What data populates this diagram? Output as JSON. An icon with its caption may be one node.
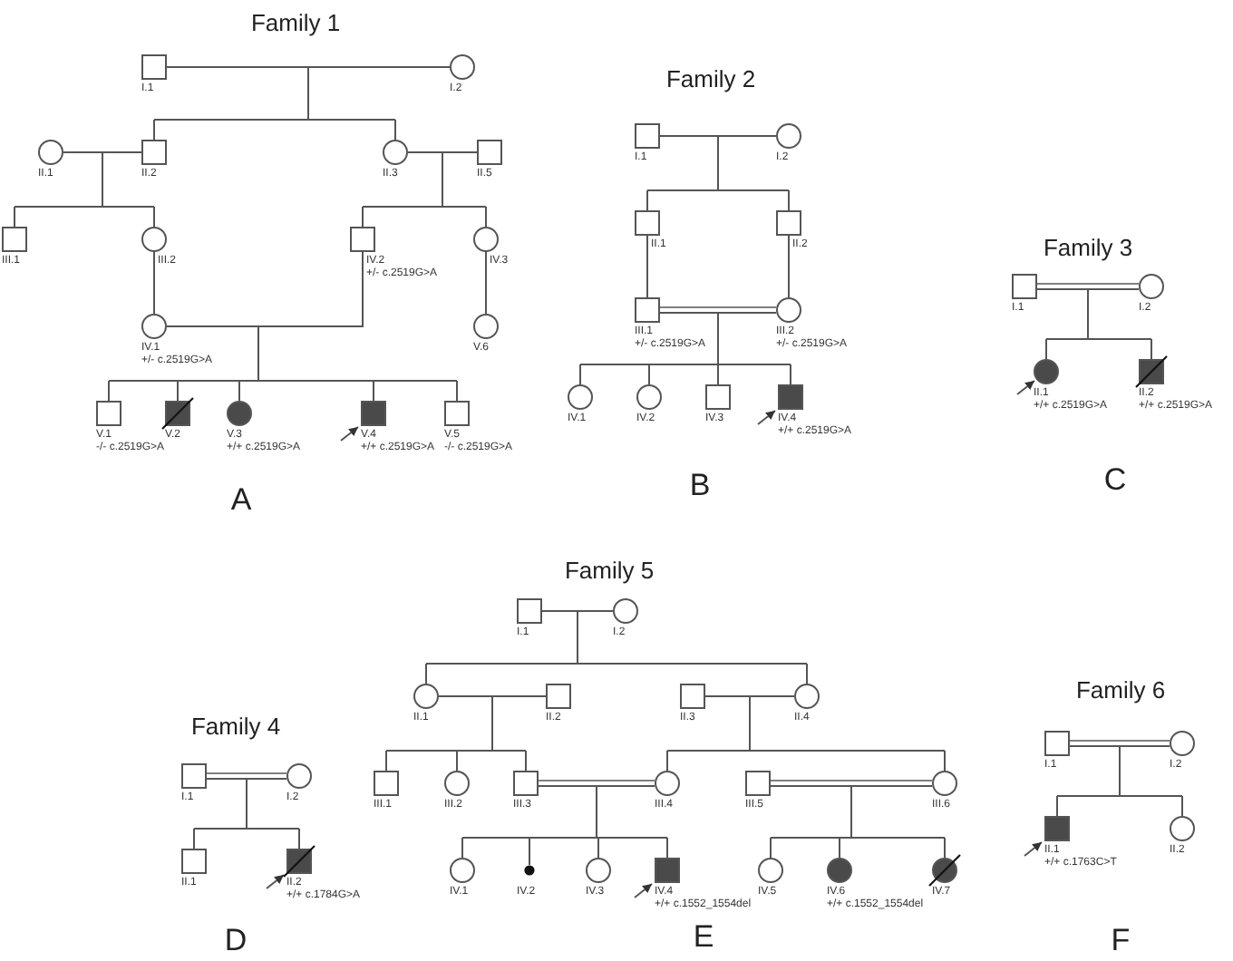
{
  "diagram": {
    "nodes": [
      {
        "text": [
          "I.1"
        ]
      },
      {
        "text": [
          "I.2"
        ]
      },
      {
        "text": [
          "II.1"
        ]
      },
      {
        "text": [
          "II.2"
        ]
      },
      {
        "text": [
          "II.3"
        ]
      },
      {
        "text": [
          "II.5"
        ]
      },
      {
        "text": [
          "III.1"
        ]
      },
      {
        "text": [
          "III.2"
        ]
      },
      {
        "text": [
          "IV.2",
          "+/- c.2519G>A"
        ]
      },
      {
        "text": [
          "IV.3"
        ]
      },
      {
        "text": [
          "IV.1",
          "+/- c.2519G>A"
        ]
      },
      {
        "text": [
          "V.6"
        ]
      },
      {
        "text": [
          "V.1",
          "-/- c.2519G>A"
        ]
      },
      {
        "text": [
          "V.2"
        ]
      },
      {
        "text": [
          "V.3",
          "+/+ c.2519G>A"
        ]
      },
      {
        "text": [
          "V.4",
          "+/+ c.2519G>A"
        ]
      },
      {
        "text": [
          "V.5",
          "-/- c.2519G>A"
        ]
      },
      {
        "text": [
          "I.1"
        ]
      },
      {
        "text": [
          "I.2"
        ]
      },
      {
        "text": [
          "II.1"
        ]
      },
      {
        "text": [
          "II.2"
        ]
      },
      {
        "text": [
          "III.1",
          "+/- c.2519G>A"
        ]
      },
      {
        "text": [
          "III.2",
          "+/- c.2519G>A"
        ]
      },
      {
        "text": [
          "IV.1"
        ]
      },
      {
        "text": [
          "IV.2"
        ]
      },
      {
        "text": [
          "IV.3"
        ]
      },
      {
        "text": [
          "IV.4",
          "+/+ c.2519G>A"
        ]
      },
      {
        "text": [
          "I.1"
        ]
      },
      {
        "text": [
          "I.2"
        ]
      },
      {
        "text": [
          "II.1",
          "+/+ c.2519G>A"
        ]
      },
      {
        "text": [
          "II.2",
          "+/+ c.2519G>A"
        ]
      },
      {
        "text": [
          "I.1"
        ]
      },
      {
        "text": [
          "I.2"
        ]
      },
      {
        "text": [
          "II.1"
        ]
      },
      {
        "text": [
          "II.2",
          "+/+ c.1784G>A"
        ]
      },
      {
        "text": [
          "I.1"
        ]
      },
      {
        "text": [
          "I.2"
        ]
      },
      {
        "text": [
          "II.1"
        ]
      },
      {
        "text": [
          "II.2"
        ]
      },
      {
        "text": [
          "II.3"
        ]
      },
      {
        "text": [
          "II.4"
        ]
      },
      {
        "text": [
          "III.1"
        ]
      },
      {
        "text": [
          "III.2"
        ]
      },
      {
        "text": [
          "III.3"
        ]
      },
      {
        "text": [
          "III.4"
        ]
      },
      {
        "text": [
          "III.5"
        ]
      },
      {
        "text": [
          "III.6"
        ]
      },
      {
        "text": [
          "IV.1"
        ]
      },
      {
        "text": [
          "IV.2"
        ]
      },
      {
        "text": [
          "IV.3"
        ]
      },
      {
        "text": [
          "IV.4",
          "+/+ c.1552_1554del"
        ]
      },
      {
        "text": [
          "IV.5"
        ]
      },
      {
        "text": [
          "IV.6",
          "+/+ c.1552_1554del"
        ]
      },
      {
        "text": [
          "IV.7"
        ]
      },
      {
        "text": [
          "I.1"
        ]
      },
      {
        "text": [
          "I.2"
        ]
      },
      {
        "text": [
          "II.1",
          "+/+ c.1763C>T"
        ]
      },
      {
        "text": [
          "II.2"
        ]
      }
    ],
    "edges": [
      {
        "from": 0,
        "to": 1,
        "arrow": "none"
      },
      {
        "from": 0,
        "to": 3,
        "arrow": "none"
      },
      {
        "from": 1,
        "to": 3,
        "arrow": "none"
      },
      {
        "from": 0,
        "to": 4,
        "arrow": "none"
      },
      {
        "from": 1,
        "to": 4,
        "arrow": "none"
      },
      {
        "from": 2,
        "to": 3,
        "arrow": "none"
      },
      {
        "from": 2,
        "to": 6,
        "arrow": "none"
      },
      {
        "from": 3,
        "to": 6,
        "arrow": "none"
      },
      {
        "from": 2,
        "to": 7,
        "arrow": "none"
      },
      {
        "from": 3,
        "to": 7,
        "arrow": "none"
      },
      {
        "from": 4,
        "to": 5,
        "arrow": "none"
      },
      {
        "from": 4,
        "to": 8,
        "arrow": "none"
      },
      {
        "from": 5,
        "to": 8,
        "arrow": "none"
      },
      {
        "from": 4,
        "to": 9,
        "arrow": "none"
      },
      {
        "from": 5,
        "to": 9,
        "arrow": "none"
      },
      {
        "from": 7,
        "to": 10,
        "arrow": "none"
      },
      {
        "from": 10,
        "to": 8,
        "arrow": "none"
      },
      {
        "from": 10,
        "to": 12,
        "arrow": "none"
      },
      {
        "from": 8,
        "to": 12,
        "arrow": "none"
      },
      {
        "from": 10,
        "to": 13,
        "arrow": "none"
      },
      {
        "from": 8,
        "to": 13,
        "arrow": "none"
      },
      {
        "from": 10,
        "to": 14,
        "arrow": "none"
      },
      {
        "from": 8,
        "to": 14,
        "arrow": "none"
      },
      {
        "from": 10,
        "to": 15,
        "arrow": "none"
      },
      {
        "from": 8,
        "to": 15,
        "arrow": "none"
      },
      {
        "from": 10,
        "to": 16,
        "arrow": "none"
      },
      {
        "from": 8,
        "to": 16,
        "arrow": "none"
      },
      {
        "from": 9,
        "to": 11,
        "arrow": "none"
      },
      {
        "from": null,
        "to": 15,
        "arrow": "to"
      },
      {
        "from": 17,
        "to": 18,
        "arrow": "none"
      },
      {
        "from": 17,
        "to": 19,
        "arrow": "none"
      },
      {
        "from": 18,
        "to": 19,
        "arrow": "none"
      },
      {
        "from": 17,
        "to": 20,
        "arrow": "none"
      },
      {
        "from": 18,
        "to": 20,
        "arrow": "none"
      },
      {
        "from": 19,
        "to": 21,
        "arrow": "none"
      },
      {
        "from": 20,
        "to": 22,
        "arrow": "none"
      },
      {
        "from": 21,
        "to": 22,
        "arrow": "none"
      },
      {
        "from": 21,
        "to": 23,
        "arrow": "none"
      },
      {
        "from": 22,
        "to": 23,
        "arrow": "none"
      },
      {
        "from": 21,
        "to": 24,
        "arrow": "none"
      },
      {
        "from": 22,
        "to": 24,
        "arrow": "none"
      },
      {
        "from": 21,
        "to": 25,
        "arrow": "none"
      },
      {
        "from": 22,
        "to": 25,
        "arrow": "none"
      },
      {
        "from": 21,
        "to": 26,
        "arrow": "none"
      },
      {
        "from": 22,
        "to": 26,
        "arrow": "none"
      },
      {
        "from": null,
        "to": 26,
        "arrow": "to"
      },
      {
        "from": 27,
        "to": 28,
        "arrow": "none"
      },
      {
        "from": 27,
        "to": 29,
        "arrow": "none"
      },
      {
        "from": 28,
        "to": 29,
        "arrow": "none"
      },
      {
        "from": 27,
        "to": 30,
        "arrow": "none"
      },
      {
        "from": 28,
        "to": 30,
        "arrow": "none"
      },
      {
        "from": null,
        "to": 29,
        "arrow": "to"
      },
      {
        "from": 31,
        "to": 32,
        "arrow": "none"
      },
      {
        "from": 31,
        "to": 33,
        "arrow": "none"
      },
      {
        "from": 32,
        "to": 33,
        "arrow": "none"
      },
      {
        "from": 31,
        "to": 34,
        "arrow": "none"
      },
      {
        "from": 32,
        "to": 34,
        "arrow": "none"
      },
      {
        "from": null,
        "to": 34,
        "arrow": "to"
      },
      {
        "from": 35,
        "to": 36,
        "arrow": "none"
      },
      {
        "from": 35,
        "to": 37,
        "arrow": "none"
      },
      {
        "from": 36,
        "to": 37,
        "arrow": "none"
      },
      {
        "from": 35,
        "to": 40,
        "arrow": "none"
      },
      {
        "from": 36,
        "to": 40,
        "arrow": "none"
      },
      {
        "from": 37,
        "to": 38,
        "arrow": "none"
      },
      {
        "from": 37,
        "to": 41,
        "arrow": "none"
      },
      {
        "from": 38,
        "to": 41,
        "arrow": "none"
      },
      {
        "from": 37,
        "to": 42,
        "arrow": "none"
      },
      {
        "from": 38,
        "to": 42,
        "arrow": "none"
      },
      {
        "from": 37,
        "to": 43,
        "arrow": "none"
      },
      {
        "from": 38,
        "to": 43,
        "arrow": "none"
      },
      {
        "from": 39,
        "to": 40,
        "arrow": "none"
      },
      {
        "from": 39,
        "to": 44,
        "arrow": "none"
      },
      {
        "from": 40,
        "to": 44,
        "arrow": "none"
      },
      {
        "from": 39,
        "to": 46,
        "arrow": "none"
      },
      {
        "from": 40,
        "to": 46,
        "arrow": "none"
      },
      {
        "from": 43,
        "to": 44,
        "arrow": "none"
      },
      {
        "from": 43,
        "to": 47,
        "arrow": "none"
      },
      {
        "from": 44,
        "to": 47,
        "arrow": "none"
      },
      {
        "from": 43,
        "to": 48,
        "arrow": "none"
      },
      {
        "from": 44,
        "to": 48,
        "arrow": "none"
      },
      {
        "from": 43,
        "to": 49,
        "arrow": "none"
      },
      {
        "from": 44,
        "to": 49,
        "arrow": "none"
      },
      {
        "from": 43,
        "to": 50,
        "arrow": "none"
      },
      {
        "from": 44,
        "to": 50,
        "arrow": "none"
      },
      {
        "from": 45,
        "to": 46,
        "arrow": "none"
      },
      {
        "from": 45,
        "to": 51,
        "arrow": "none"
      },
      {
        "from": 46,
        "to": 51,
        "arrow": "none"
      },
      {
        "from": 45,
        "to": 52,
        "arrow": "none"
      },
      {
        "from": 46,
        "to": 52,
        "arrow": "none"
      },
      {
        "from": 45,
        "to": 53,
        "arrow": "none"
      },
      {
        "from": 46,
        "to": 53,
        "arrow": "none"
      },
      {
        "from": null,
        "to": 50,
        "arrow": "to"
      },
      {
        "from": 54,
        "to": 55,
        "arrow": "none"
      },
      {
        "from": 54,
        "to": 56,
        "arrow": "none"
      },
      {
        "from": 55,
        "to": 56,
        "arrow": "none"
      },
      {
        "from": 54,
        "to": 57,
        "arrow": "none"
      },
      {
        "from": 55,
        "to": 57,
        "arrow": "none"
      },
      {
        "from": null,
        "to": 56,
        "arrow": "to"
      }
    ],
    "labels": [
      "Family 1",
      "A",
      "Family 2",
      "B",
      "Family 3",
      "C",
      "Family 4",
      "D",
      "Family 5",
      "E",
      "Family 6",
      "F"
    ]
  }
}
